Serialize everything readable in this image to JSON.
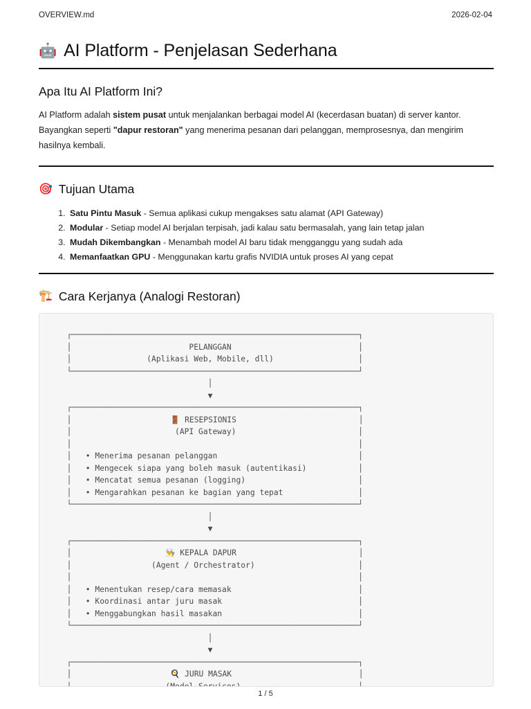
{
  "header": {
    "filename": "OVERVIEW.md",
    "date": "2026-02-04"
  },
  "title": {
    "emoji": "🤖",
    "emoji_name": "robot-face-icon",
    "text": "AI Platform - Penjelasan Sederhana"
  },
  "sections": {
    "intro": {
      "heading": "Apa Itu AI Platform Ini?",
      "paragraph_part1": "AI Platform adalah ",
      "paragraph_bold1": "sistem pusat",
      "paragraph_part2": " untuk menjalankan berbagai model AI (kecerdasan buatan) di server kantor. Bayangkan seperti ",
      "paragraph_bold2": "\"dapur restoran\"",
      "paragraph_part3": " yang menerima pesanan dari pelanggan, memprosesnya, dan mengirim hasilnya kembali."
    },
    "goals": {
      "emoji": "🎯",
      "emoji_name": "direct-hit-icon",
      "heading": "Tujuan Utama",
      "items": [
        {
          "bold": "Satu Pintu Masuk",
          "rest": " - Semua aplikasi cukup mengakses satu alamat (API Gateway)"
        },
        {
          "bold": "Modular",
          "rest": " - Setiap model AI berjalan terpisah, jadi kalau satu bermasalah, yang lain tetap jalan"
        },
        {
          "bold": "Mudah Dikembangkan",
          "rest": " - Menambah model AI baru tidak mengganggu yang sudah ada"
        },
        {
          "bold": "Memanfaatkan GPU",
          "rest": " - Menggunakan kartu grafis NVIDIA untuk proses AI yang cepat"
        }
      ]
    },
    "howitworks": {
      "emoji": "🏗️",
      "emoji_name": "building-construction-icon",
      "heading": "Cara Kerjanya (Analogi Restoran)",
      "diagram_text": "  ┌─────────────────────────────────────────────────────────────┐\n  │                         PELANGGAN                           │\n  │                (Aplikasi Web, Mobile, dll)                  │\n  └─────────────────────────────────────────────────────────────┘\n                                │\n                                ▼\n  ┌─────────────────────────────────────────────────────────────┐\n  │                     🚪 RESEPSIONIS                          │\n  │                      (API Gateway)                          │\n  │                                                             │\n  │   • Menerima pesanan pelanggan                              │\n  │   • Mengecek siapa yang boleh masuk (autentikasi)           │\n  │   • Mencatat semua pesanan (logging)                        │\n  │   • Mengarahkan pesanan ke bagian yang tepat                │\n  └─────────────────────────────────────────────────────────────┘\n                                │\n                                ▼\n  ┌─────────────────────────────────────────────────────────────┐\n  │                    👨‍🍳 KEPALA DAPUR                          │\n  │                 (Agent / Orchestrator)                      │\n  │                                                             │\n  │   • Menentukan resep/cara memasak                           │\n  │   • Koordinasi antar juru masak                             │\n  │   • Menggabungkan hasil masakan                             │\n  └─────────────────────────────────────────────────────────────┘\n                                │\n                                ▼\n  ┌─────────────────────────────────────────────────────────────┐\n  │                     🍳 JURU MASAK                           │\n  │                    (Model Services)                         │\n  │                                                             │"
    }
  },
  "footer": {
    "page_indicator": "1 / 5"
  }
}
